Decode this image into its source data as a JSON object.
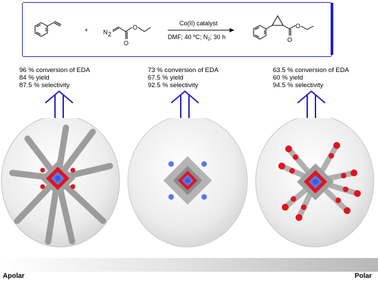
{
  "reaction": {
    "plus": "+",
    "diazo_label": "N",
    "diazo_sub": "2",
    "catalyst": "Co(II) catalyst",
    "conditions": "DMF; 40 ºC; N",
    "conditions_sub": "2",
    "conditions_tail": "; 30 h"
  },
  "panels": [
    {
      "conversion": "96 % conversion of EDA",
      "yield": "84 % yield",
      "selectivity": "87.5 % selectivity"
    },
    {
      "conversion": "73 % conversion of EDA",
      "yield": "67.5 % yield",
      "selectivity": "92.5 % selectivity"
    },
    {
      "conversion": "63.5 % conversion of EDA",
      "yield": "60 % yield",
      "selectivity": "94.5 % selectivity"
    }
  ],
  "axis": {
    "left": "Apolar",
    "right": "Polar"
  },
  "colors": {
    "frame": "#2c2cb0",
    "arrow": "#2323c8",
    "oxygen": "#e0141e",
    "nitrogen": "#5a78e6",
    "cobalt": "#3c5adc",
    "chain": "#9a9a9a"
  }
}
